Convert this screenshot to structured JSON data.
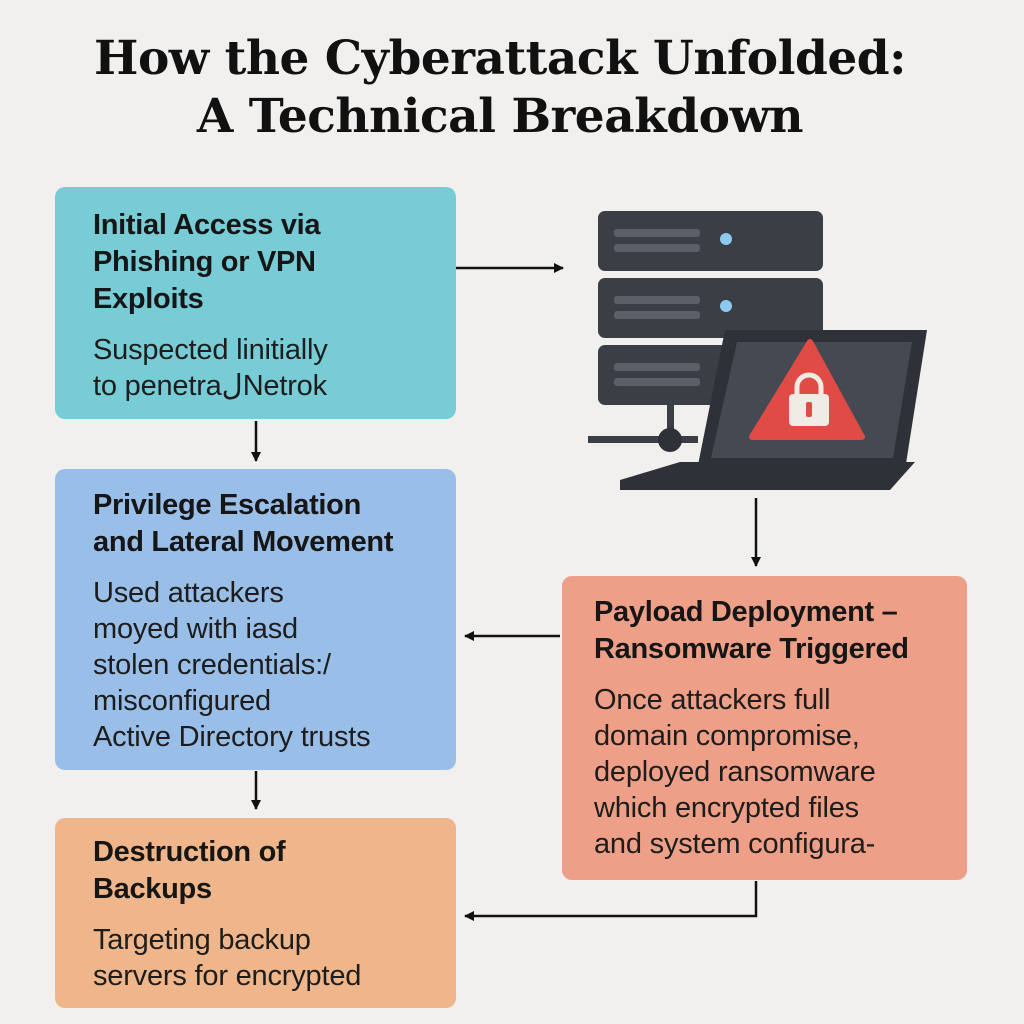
{
  "title": {
    "line1": "How the Cyberattack Unfolded:",
    "line2": "A Technical Breakdown"
  },
  "steps": [
    {
      "heading": [
        "Initial Access via",
        "Phishing or VPN",
        "Exploits"
      ],
      "body": [
        "Suspected linitially",
        "to penetraلNetrok"
      ],
      "color": "#78ccd6"
    },
    {
      "heading": [
        "Privilege Escalation",
        "and Lateral Movement"
      ],
      "body": [
        "Used attackers",
        "moyed with iasd",
        "stolen credentials:/",
        "misconfigured",
        "Active Directory trusts"
      ],
      "color": "#99bfe9"
    },
    {
      "heading": [
        "Destruction of",
        "Backups"
      ],
      "body": [
        "Targeting backup",
        "servers for encrypted"
      ],
      "color": "#eeb68a"
    },
    {
      "heading": [
        "Payload Deployment –",
        "Ransomware Triggered"
      ],
      "body": [
        "Once attackers full",
        "domain compromise,",
        "deployed ransomware",
        "which encrypted files",
        "and system configura-"
      ],
      "color": "#ee9f88"
    }
  ],
  "illustration": {
    "icons": [
      "server-rack-icon",
      "laptop-icon",
      "warning-lock-icon"
    ],
    "server_color": "#3a3e45",
    "led_color": "#8ec9ef",
    "warning_color": "#e04b45"
  }
}
